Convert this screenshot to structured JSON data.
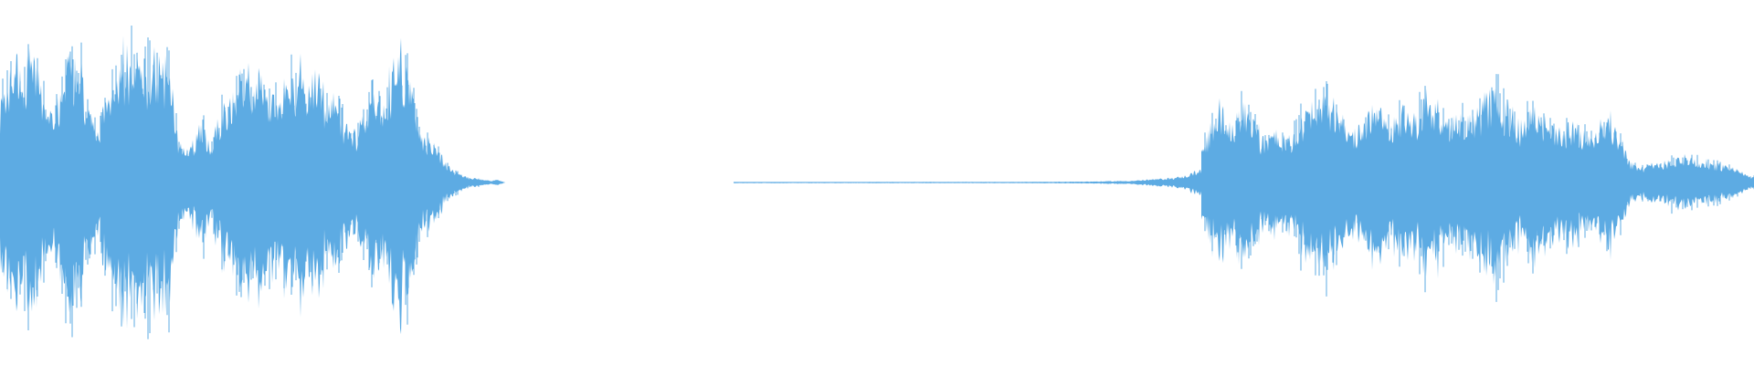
{
  "waveform": {
    "color": "#5dabe3",
    "background": "#ffffff",
    "sample_window": [
      0,
      1
    ],
    "amplitude_range": [
      -1,
      1
    ],
    "segments": [
      {
        "t": [
          0.0,
          0.288
        ],
        "level": "loud",
        "envelope": [
          [
            0.0,
            0.55
          ],
          [
            0.004,
            0.7
          ],
          [
            0.01,
            0.85
          ],
          [
            0.013,
            0.6
          ],
          [
            0.016,
            0.88
          ],
          [
            0.02,
            0.82
          ],
          [
            0.026,
            0.55
          ],
          [
            0.03,
            0.45
          ],
          [
            0.036,
            0.68
          ],
          [
            0.04,
            0.86
          ],
          [
            0.046,
            0.84
          ],
          [
            0.05,
            0.5
          ],
          [
            0.055,
            0.35
          ],
          [
            0.06,
            0.55
          ],
          [
            0.066,
            0.72
          ],
          [
            0.07,
            0.85
          ],
          [
            0.075,
            0.88
          ],
          [
            0.08,
            0.86
          ],
          [
            0.086,
            0.8
          ],
          [
            0.092,
            0.84
          ],
          [
            0.097,
            0.8
          ],
          [
            0.101,
            0.35
          ],
          [
            0.106,
            0.18
          ],
          [
            0.111,
            0.3
          ],
          [
            0.115,
            0.42
          ],
          [
            0.12,
            0.25
          ],
          [
            0.125,
            0.48
          ],
          [
            0.13,
            0.6
          ],
          [
            0.136,
            0.68
          ],
          [
            0.142,
            0.7
          ],
          [
            0.148,
            0.72
          ],
          [
            0.154,
            0.62
          ],
          [
            0.16,
            0.55
          ],
          [
            0.166,
            0.72
          ],
          [
            0.171,
            0.8
          ],
          [
            0.176,
            0.66
          ],
          [
            0.181,
            0.78
          ],
          [
            0.186,
            0.5
          ],
          [
            0.19,
            0.6
          ],
          [
            0.195,
            0.45
          ],
          [
            0.2,
            0.32
          ],
          [
            0.206,
            0.4
          ],
          [
            0.212,
            0.62
          ],
          [
            0.218,
            0.48
          ],
          [
            0.224,
            0.78
          ],
          [
            0.228,
            0.85
          ],
          [
            0.233,
            0.82
          ],
          [
            0.237,
            0.45
          ],
          [
            0.242,
            0.32
          ],
          [
            0.247,
            0.26
          ],
          [
            0.252,
            0.18
          ],
          [
            0.258,
            0.08
          ],
          [
            0.266,
            0.04
          ],
          [
            0.274,
            0.02
          ],
          [
            0.28,
            0.01
          ],
          [
            0.283,
            0.02
          ],
          [
            0.288,
            0.0
          ]
        ]
      },
      {
        "t": [
          0.288,
          0.418
        ],
        "level": "silent",
        "envelope": [
          [
            0.288,
            0.0
          ],
          [
            0.418,
            0.0
          ]
        ]
      },
      {
        "t": [
          0.418,
          0.685
        ],
        "level": "quiet",
        "envelope": [
          [
            0.418,
            0.003
          ],
          [
            0.5,
            0.004
          ],
          [
            0.58,
            0.004
          ],
          [
            0.62,
            0.007
          ],
          [
            0.645,
            0.012
          ],
          [
            0.66,
            0.025
          ],
          [
            0.67,
            0.035
          ],
          [
            0.675,
            0.045
          ],
          [
            0.68,
            0.07
          ],
          [
            0.685,
            0.1
          ]
        ]
      },
      {
        "t": [
          0.685,
          1.0
        ],
        "level": "medium",
        "envelope": [
          [
            0.685,
            0.22
          ],
          [
            0.69,
            0.4
          ],
          [
            0.696,
            0.5
          ],
          [
            0.702,
            0.38
          ],
          [
            0.708,
            0.54
          ],
          [
            0.714,
            0.42
          ],
          [
            0.72,
            0.3
          ],
          [
            0.726,
            0.36
          ],
          [
            0.733,
            0.28
          ],
          [
            0.74,
            0.42
          ],
          [
            0.746,
            0.5
          ],
          [
            0.752,
            0.58
          ],
          [
            0.758,
            0.6
          ],
          [
            0.764,
            0.44
          ],
          [
            0.77,
            0.32
          ],
          [
            0.776,
            0.4
          ],
          [
            0.782,
            0.52
          ],
          [
            0.788,
            0.48
          ],
          [
            0.794,
            0.38
          ],
          [
            0.8,
            0.52
          ],
          [
            0.806,
            0.46
          ],
          [
            0.812,
            0.56
          ],
          [
            0.818,
            0.52
          ],
          [
            0.824,
            0.42
          ],
          [
            0.83,
            0.5
          ],
          [
            0.836,
            0.44
          ],
          [
            0.842,
            0.48
          ],
          [
            0.848,
            0.6
          ],
          [
            0.854,
            0.62
          ],
          [
            0.86,
            0.48
          ],
          [
            0.866,
            0.4
          ],
          [
            0.872,
            0.48
          ],
          [
            0.878,
            0.44
          ],
          [
            0.884,
            0.4
          ],
          [
            0.89,
            0.34
          ],
          [
            0.896,
            0.42
          ],
          [
            0.902,
            0.36
          ],
          [
            0.908,
            0.3
          ],
          [
            0.914,
            0.46
          ],
          [
            0.92,
            0.4
          ],
          [
            0.925,
            0.3
          ],
          [
            0.93,
            0.14
          ],
          [
            0.936,
            0.1
          ],
          [
            0.942,
            0.12
          ],
          [
            0.95,
            0.15
          ],
          [
            0.958,
            0.18
          ],
          [
            0.966,
            0.16
          ],
          [
            0.974,
            0.14
          ],
          [
            0.982,
            0.12
          ],
          [
            0.99,
            0.09
          ],
          [
            0.996,
            0.05
          ],
          [
            1.0,
            0.04
          ]
        ]
      }
    ]
  }
}
